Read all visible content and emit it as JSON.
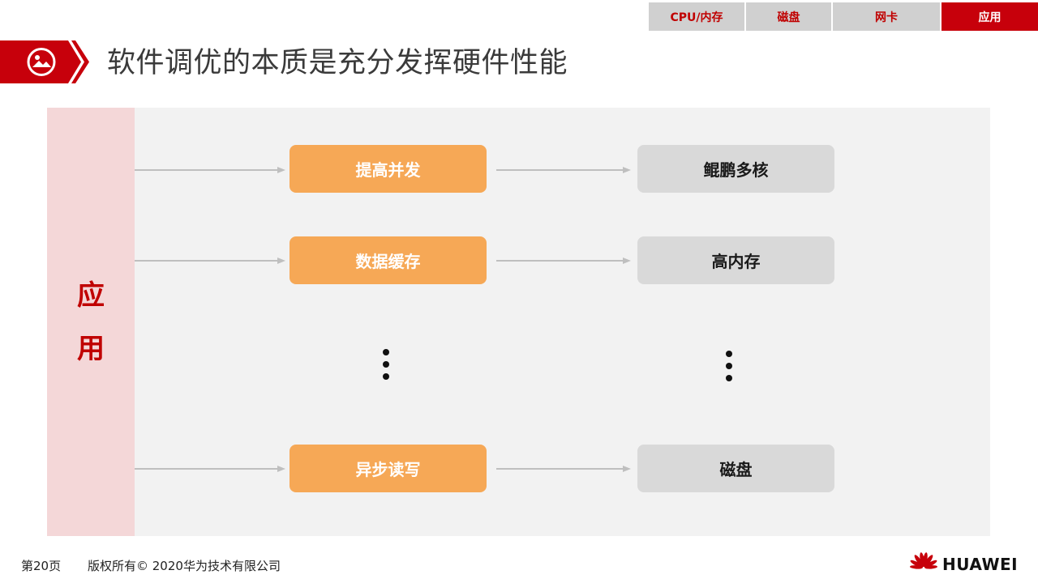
{
  "nav": {
    "tabs": [
      {
        "label": "CPU/内存",
        "active": false
      },
      {
        "label": "磁盘",
        "active": false
      },
      {
        "label": "网卡",
        "active": false
      },
      {
        "label": "应用",
        "active": true
      }
    ]
  },
  "header": {
    "icon": "image-icon",
    "title": "软件调优的本质是充分发挥硬件性能"
  },
  "diagram": {
    "left_label": [
      "应",
      "用"
    ],
    "rows": [
      {
        "method": "提高并发",
        "hardware": "鲲鹏多核"
      },
      {
        "method": "数据缓存",
        "hardware": "高内存"
      },
      {
        "method": "异步读写",
        "hardware": "磁盘"
      }
    ]
  },
  "footer": {
    "page": "第20页",
    "copyright": "版权所有© 2020华为技术有限公司",
    "brand": "HUAWEI"
  },
  "colors": {
    "brand_red": "#c7000b",
    "orange": "#f6a856",
    "gray_box": "#d9d9d9"
  }
}
